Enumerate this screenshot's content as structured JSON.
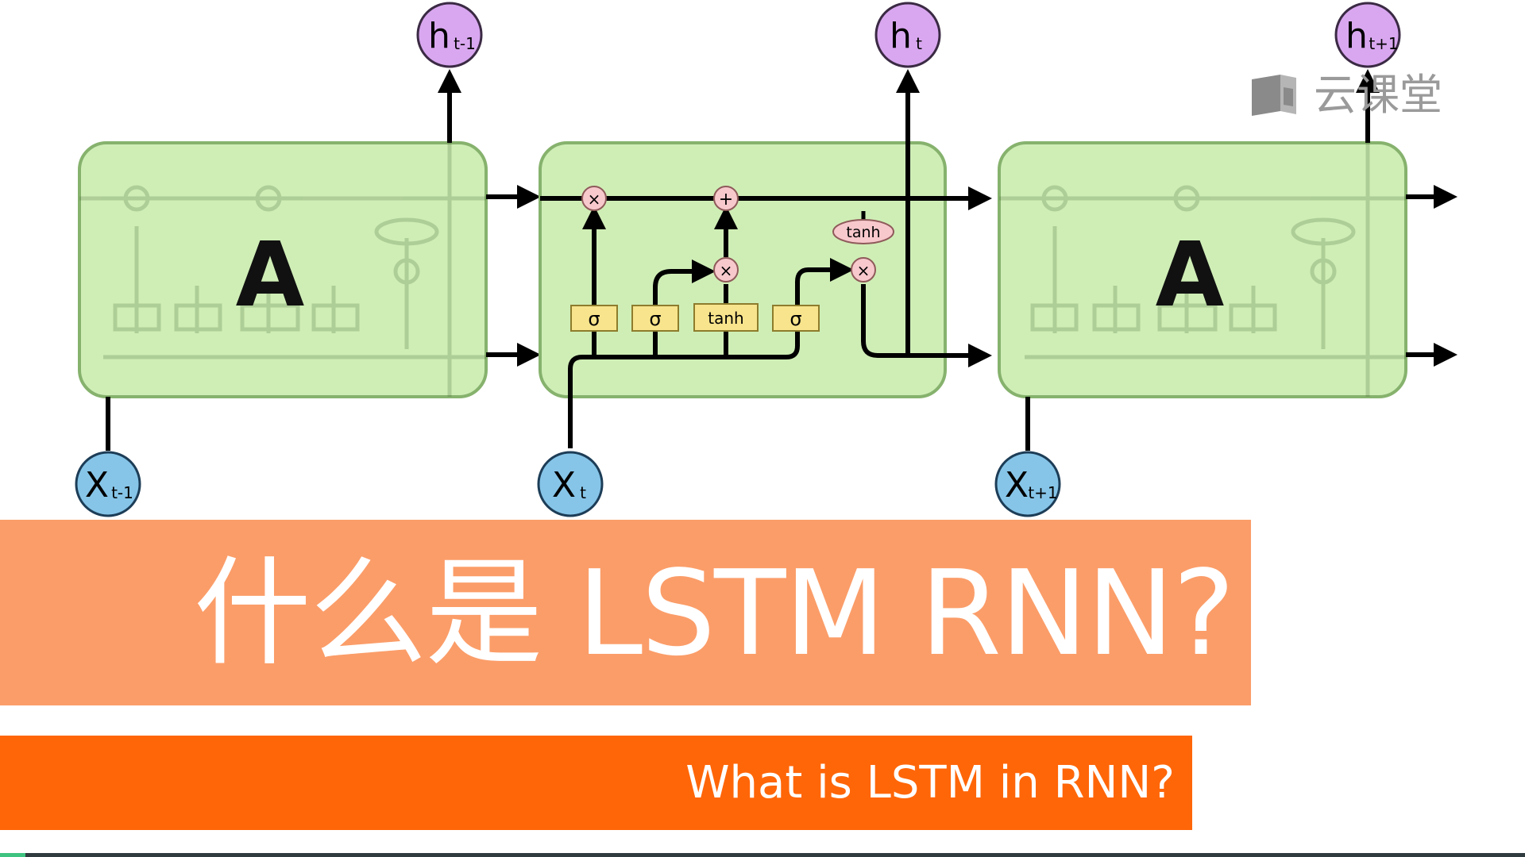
{
  "diagram": {
    "cells": [
      {
        "label": "A",
        "input": "X",
        "input_sub": "t-1",
        "output": "h",
        "output_sub": "t-1"
      },
      {
        "label": "",
        "input": "X",
        "input_sub": "t",
        "output": "h",
        "output_sub": "t"
      },
      {
        "label": "A",
        "input": "X",
        "input_sub": "t+1",
        "output": "h",
        "output_sub": "t+1"
      }
    ],
    "ops": {
      "multiply": "×",
      "add": "+",
      "tanh": "tanh"
    },
    "gates": [
      "σ",
      "σ",
      "tanh",
      "σ"
    ]
  },
  "watermark": {
    "text": "云课堂",
    "icon": "book-icon"
  },
  "title": "什么是 LSTM RNN?",
  "subtitle": "What is LSTM in RNN?",
  "colors": {
    "cell_fill": "#cfeeb6",
    "cell_border": "#78a860",
    "input_node": "#86c5e8",
    "output_node": "#d9a7f0",
    "gate_fill": "#f8e48c",
    "op_fill": "#f7c8cc",
    "title_band": "#fb9d69",
    "subtitle_band": "#ff6608"
  }
}
